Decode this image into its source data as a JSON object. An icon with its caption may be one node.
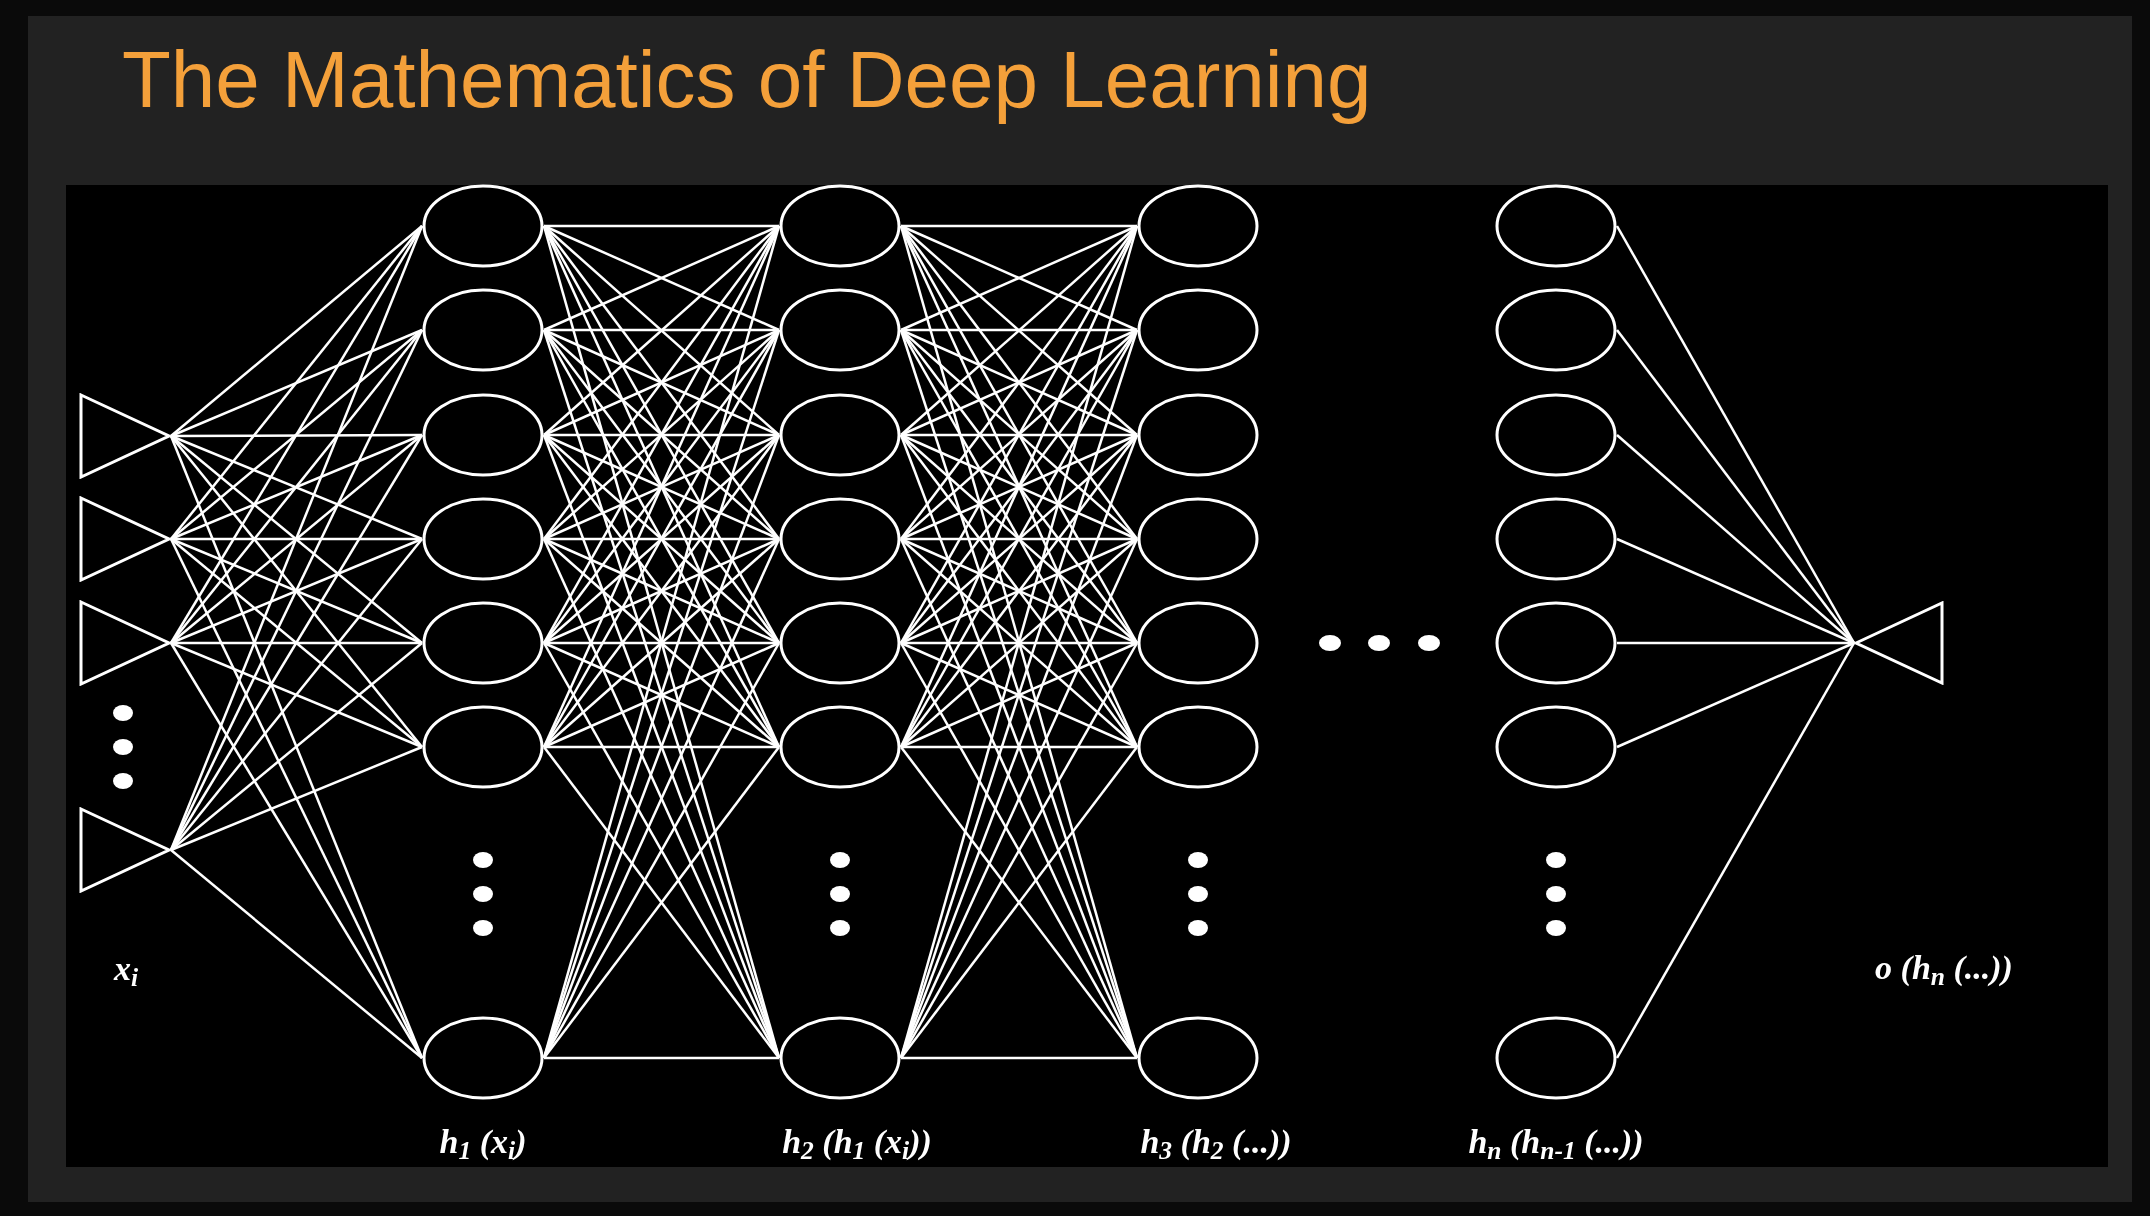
{
  "diagram": {
    "title": "The Mathematics of Deep Learning",
    "nodes": [
      {
        "text": [],
        "shape": "triangle"
      },
      {
        "text": [],
        "shape": "triangle"
      },
      {
        "text": [],
        "shape": "triangle"
      },
      {
        "text": [],
        "shape": "triangle"
      },
      {
        "text": [],
        "shape": "ellipse"
      },
      {
        "text": [],
        "shape": "ellipse"
      },
      {
        "text": [],
        "shape": "ellipse"
      },
      {
        "text": [],
        "shape": "ellipse"
      },
      {
        "text": [],
        "shape": "ellipse"
      },
      {
        "text": [],
        "shape": "ellipse"
      },
      {
        "text": [],
        "shape": "ellipse"
      },
      {
        "text": [],
        "shape": "ellipse"
      },
      {
        "text": [],
        "shape": "ellipse"
      },
      {
        "text": [],
        "shape": "ellipse"
      },
      {
        "text": [],
        "shape": "ellipse"
      },
      {
        "text": [],
        "shape": "ellipse"
      },
      {
        "text": [],
        "shape": "ellipse"
      },
      {
        "text": [],
        "shape": "ellipse"
      },
      {
        "text": [],
        "shape": "ellipse"
      },
      {
        "text": [],
        "shape": "ellipse"
      },
      {
        "text": [],
        "shape": "ellipse"
      },
      {
        "text": [],
        "shape": "ellipse"
      },
      {
        "text": [],
        "shape": "ellipse"
      },
      {
        "text": [],
        "shape": "ellipse"
      },
      {
        "text": [],
        "shape": "ellipse"
      },
      {
        "text": [],
        "shape": "ellipse"
      },
      {
        "text": [],
        "shape": "ellipse"
      },
      {
        "text": [],
        "shape": "ellipse"
      },
      {
        "text": [],
        "shape": "ellipse"
      },
      {
        "text": [],
        "shape": "ellipse"
      },
      {
        "text": [],
        "shape": "ellipse"
      },
      {
        "text": [],
        "shape": "ellipse"
      },
      {
        "text": [],
        "shape": "triangle"
      }
    ],
    "edges": [
      {
        "from": 0,
        "to": 4,
        "arrow": "none"
      },
      {
        "from": 0,
        "to": 5,
        "arrow": "none"
      },
      {
        "from": 0,
        "to": 6,
        "arrow": "none"
      },
      {
        "from": 0,
        "to": 7,
        "arrow": "none"
      },
      {
        "from": 0,
        "to": 8,
        "arrow": "none"
      },
      {
        "from": 0,
        "to": 9,
        "arrow": "none"
      },
      {
        "from": 0,
        "to": 10,
        "arrow": "none"
      },
      {
        "from": 1,
        "to": 4,
        "arrow": "none"
      },
      {
        "from": 1,
        "to": 5,
        "arrow": "none"
      },
      {
        "from": 1,
        "to": 6,
        "arrow": "none"
      },
      {
        "from": 1,
        "to": 7,
        "arrow": "none"
      },
      {
        "from": 1,
        "to": 8,
        "arrow": "none"
      },
      {
        "from": 1,
        "to": 9,
        "arrow": "none"
      },
      {
        "from": 1,
        "to": 10,
        "arrow": "none"
      },
      {
        "from": 2,
        "to": 4,
        "arrow": "none"
      },
      {
        "from": 2,
        "to": 5,
        "arrow": "none"
      },
      {
        "from": 2,
        "to": 6,
        "arrow": "none"
      },
      {
        "from": 2,
        "to": 7,
        "arrow": "none"
      },
      {
        "from": 2,
        "to": 8,
        "arrow": "none"
      },
      {
        "from": 2,
        "to": 9,
        "arrow": "none"
      },
      {
        "from": 2,
        "to": 10,
        "arrow": "none"
      },
      {
        "from": 3,
        "to": 4,
        "arrow": "none"
      },
      {
        "from": 3,
        "to": 5,
        "arrow": "none"
      },
      {
        "from": 3,
        "to": 6,
        "arrow": "none"
      },
      {
        "from": 3,
        "to": 7,
        "arrow": "none"
      },
      {
        "from": 3,
        "to": 8,
        "arrow": "none"
      },
      {
        "from": 3,
        "to": 9,
        "arrow": "none"
      },
      {
        "from": 3,
        "to": 10,
        "arrow": "none"
      },
      {
        "from": 4,
        "to": 11,
        "arrow": "none"
      },
      {
        "from": 4,
        "to": 12,
        "arrow": "none"
      },
      {
        "from": 4,
        "to": 13,
        "arrow": "none"
      },
      {
        "from": 4,
        "to": 14,
        "arrow": "none"
      },
      {
        "from": 4,
        "to": 15,
        "arrow": "none"
      },
      {
        "from": 4,
        "to": 16,
        "arrow": "none"
      },
      {
        "from": 4,
        "to": 17,
        "arrow": "none"
      },
      {
        "from": 5,
        "to": 11,
        "arrow": "none"
      },
      {
        "from": 5,
        "to": 12,
        "arrow": "none"
      },
      {
        "from": 5,
        "to": 13,
        "arrow": "none"
      },
      {
        "from": 5,
        "to": 14,
        "arrow": "none"
      },
      {
        "from": 5,
        "to": 15,
        "arrow": "none"
      },
      {
        "from": 5,
        "to": 16,
        "arrow": "none"
      },
      {
        "from": 5,
        "to": 17,
        "arrow": "none"
      },
      {
        "from": 6,
        "to": 11,
        "arrow": "none"
      },
      {
        "from": 6,
        "to": 12,
        "arrow": "none"
      },
      {
        "from": 6,
        "to": 13,
        "arrow": "none"
      },
      {
        "from": 6,
        "to": 14,
        "arrow": "none"
      },
      {
        "from": 6,
        "to": 15,
        "arrow": "none"
      },
      {
        "from": 6,
        "to": 16,
        "arrow": "none"
      },
      {
        "from": 6,
        "to": 17,
        "arrow": "none"
      },
      {
        "from": 7,
        "to": 11,
        "arrow": "none"
      },
      {
        "from": 7,
        "to": 12,
        "arrow": "none"
      },
      {
        "from": 7,
        "to": 13,
        "arrow": "none"
      },
      {
        "from": 7,
        "to": 14,
        "arrow": "none"
      },
      {
        "from": 7,
        "to": 15,
        "arrow": "none"
      },
      {
        "from": 7,
        "to": 16,
        "arrow": "none"
      },
      {
        "from": 7,
        "to": 17,
        "arrow": "none"
      },
      {
        "from": 8,
        "to": 11,
        "arrow": "none"
      },
      {
        "from": 8,
        "to": 12,
        "arrow": "none"
      },
      {
        "from": 8,
        "to": 13,
        "arrow": "none"
      },
      {
        "from": 8,
        "to": 14,
        "arrow": "none"
      },
      {
        "from": 8,
        "to": 15,
        "arrow": "none"
      },
      {
        "from": 8,
        "to": 16,
        "arrow": "none"
      },
      {
        "from": 8,
        "to": 17,
        "arrow": "none"
      },
      {
        "from": 9,
        "to": 11,
        "arrow": "none"
      },
      {
        "from": 9,
        "to": 12,
        "arrow": "none"
      },
      {
        "from": 9,
        "to": 13,
        "arrow": "none"
      },
      {
        "from": 9,
        "to": 14,
        "arrow": "none"
      },
      {
        "from": 9,
        "to": 15,
        "arrow": "none"
      },
      {
        "from": 9,
        "to": 16,
        "arrow": "none"
      },
      {
        "from": 9,
        "to": 17,
        "arrow": "none"
      },
      {
        "from": 10,
        "to": 11,
        "arrow": "none"
      },
      {
        "from": 10,
        "to": 12,
        "arrow": "none"
      },
      {
        "from": 10,
        "to": 13,
        "arrow": "none"
      },
      {
        "from": 10,
        "to": 14,
        "arrow": "none"
      },
      {
        "from": 10,
        "to": 15,
        "arrow": "none"
      },
      {
        "from": 10,
        "to": 16,
        "arrow": "none"
      },
      {
        "from": 10,
        "to": 17,
        "arrow": "none"
      },
      {
        "from": 11,
        "to": 18,
        "arrow": "none"
      },
      {
        "from": 11,
        "to": 19,
        "arrow": "none"
      },
      {
        "from": 11,
        "to": 20,
        "arrow": "none"
      },
      {
        "from": 11,
        "to": 21,
        "arrow": "none"
      },
      {
        "from": 11,
        "to": 22,
        "arrow": "none"
      },
      {
        "from": 11,
        "to": 23,
        "arrow": "none"
      },
      {
        "from": 11,
        "to": 24,
        "arrow": "none"
      },
      {
        "from": 12,
        "to": 18,
        "arrow": "none"
      },
      {
        "from": 12,
        "to": 19,
        "arrow": "none"
      },
      {
        "from": 12,
        "to": 20,
        "arrow": "none"
      },
      {
        "from": 12,
        "to": 21,
        "arrow": "none"
      },
      {
        "from": 12,
        "to": 22,
        "arrow": "none"
      },
      {
        "from": 12,
        "to": 23,
        "arrow": "none"
      },
      {
        "from": 12,
        "to": 24,
        "arrow": "none"
      },
      {
        "from": 13,
        "to": 18,
        "arrow": "none"
      },
      {
        "from": 13,
        "to": 19,
        "arrow": "none"
      },
      {
        "from": 13,
        "to": 20,
        "arrow": "none"
      },
      {
        "from": 13,
        "to": 21,
        "arrow": "none"
      },
      {
        "from": 13,
        "to": 22,
        "arrow": "none"
      },
      {
        "from": 13,
        "to": 23,
        "arrow": "none"
      },
      {
        "from": 13,
        "to": 24,
        "arrow": "none"
      },
      {
        "from": 14,
        "to": 18,
        "arrow": "none"
      },
      {
        "from": 14,
        "to": 19,
        "arrow": "none"
      },
      {
        "from": 14,
        "to": 20,
        "arrow": "none"
      },
      {
        "from": 14,
        "to": 21,
        "arrow": "none"
      },
      {
        "from": 14,
        "to": 22,
        "arrow": "none"
      },
      {
        "from": 14,
        "to": 23,
        "arrow": "none"
      },
      {
        "from": 14,
        "to": 24,
        "arrow": "none"
      },
      {
        "from": 15,
        "to": 18,
        "arrow": "none"
      },
      {
        "from": 15,
        "to": 19,
        "arrow": "none"
      },
      {
        "from": 15,
        "to": 20,
        "arrow": "none"
      },
      {
        "from": 15,
        "to": 21,
        "arrow": "none"
      },
      {
        "from": 15,
        "to": 22,
        "arrow": "none"
      },
      {
        "from": 15,
        "to": 23,
        "arrow": "none"
      },
      {
        "from": 15,
        "to": 24,
        "arrow": "none"
      },
      {
        "from": 16,
        "to": 18,
        "arrow": "none"
      },
      {
        "from": 16,
        "to": 19,
        "arrow": "none"
      },
      {
        "from": 16,
        "to": 20,
        "arrow": "none"
      },
      {
        "from": 16,
        "to": 21,
        "arrow": "none"
      },
      {
        "from": 16,
        "to": 22,
        "arrow": "none"
      },
      {
        "from": 16,
        "to": 23,
        "arrow": "none"
      },
      {
        "from": 16,
        "to": 24,
        "arrow": "none"
      },
      {
        "from": 17,
        "to": 18,
        "arrow": "none"
      },
      {
        "from": 17,
        "to": 19,
        "arrow": "none"
      },
      {
        "from": 17,
        "to": 20,
        "arrow": "none"
      },
      {
        "from": 17,
        "to": 21,
        "arrow": "none"
      },
      {
        "from": 17,
        "to": 22,
        "arrow": "none"
      },
      {
        "from": 17,
        "to": 23,
        "arrow": "none"
      },
      {
        "from": 17,
        "to": 24,
        "arrow": "none"
      },
      {
        "from": 25,
        "to": 32,
        "arrow": "none"
      },
      {
        "from": 26,
        "to": 32,
        "arrow": "none"
      },
      {
        "from": 27,
        "to": 32,
        "arrow": "none"
      },
      {
        "from": 28,
        "to": 32,
        "arrow": "none"
      },
      {
        "from": 29,
        "to": 32,
        "arrow": "none"
      },
      {
        "from": 30,
        "to": 32,
        "arrow": "none"
      },
      {
        "from": 31,
        "to": 32,
        "arrow": "none"
      }
    ],
    "labels": [
      "x$_{i}$",
      "o (h$_{n}$ (...))",
      "h$_{1}$ (x$_{i}$)",
      "h$_{2}$ (h$_{1}$ (x$_{i}$))",
      "h$_{3}$ (h$_{2}$ (...))",
      "h$_{n}$ (h$_{n-1}$ (...))"
    ]
  }
}
